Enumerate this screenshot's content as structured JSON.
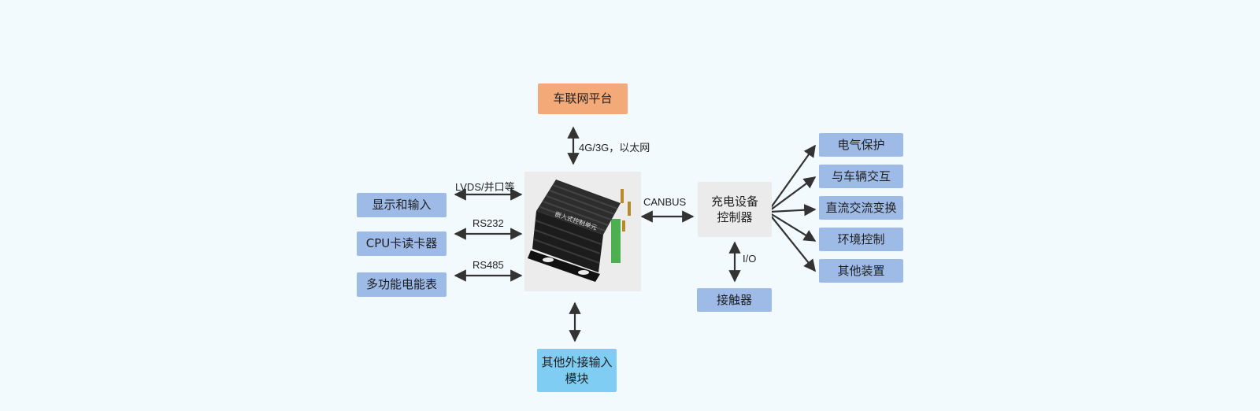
{
  "top_node": {
    "label": "车联网平台"
  },
  "top_link": {
    "label": "4G/3G，以太网"
  },
  "device": {
    "label": "嵌入式控制单元"
  },
  "left_nodes": [
    {
      "label": "显示和输入",
      "link_label": "LVDS/并口等"
    },
    {
      "label": "CPU卡读卡器",
      "link_label": "RS232"
    },
    {
      "label": "多功能电能表",
      "link_label": "RS485"
    }
  ],
  "bottom_node": {
    "label": "其他外接输入\n模块"
  },
  "controller": {
    "label": "充电设备\n控制器",
    "link_label": "CANBUS"
  },
  "contactor": {
    "label": "接触器",
    "link_label": "I/O"
  },
  "right_nodes": [
    {
      "label": "电气保护"
    },
    {
      "label": "与车辆交互"
    },
    {
      "label": "直流交流变换"
    },
    {
      "label": "环境控制"
    },
    {
      "label": "其他装置"
    }
  ],
  "colors": {
    "blue_box": "#9ebbe8",
    "orange_box": "#f4aa78",
    "cyan_box": "#7fcdf3",
    "gray_box": "#ebebeb",
    "arrow": "#333333"
  }
}
